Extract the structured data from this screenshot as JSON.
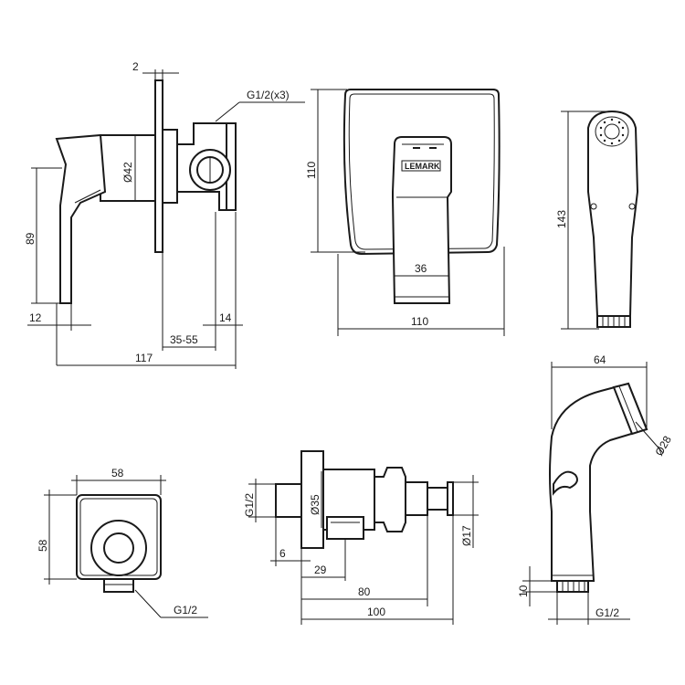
{
  "dimensions": {
    "flange_thickness": "2",
    "connection_thread_x3": "G1/2(x3)",
    "handle_height": "89",
    "handle_offset": "12",
    "body_depth_range": "35-55",
    "outlet_depth": "14",
    "total_depth": "117",
    "body_diameter": "Ø42",
    "plate_height": "110",
    "plate_width": "110",
    "lever_width": "36",
    "sprayer_length": "143",
    "sprayer_width": "64",
    "sprayer_head_diameter": "Ø28",
    "sprayer_thread_height": "10",
    "sprayer_thread": "G1/2",
    "outlet_plate_width": "58",
    "outlet_plate_height": "58",
    "outlet_thread": "G1/2",
    "valve_thread": "G1/2",
    "valve_body_diameter": "Ø35",
    "valve_outlet_diameter": "Ø17",
    "valve_offset": "6",
    "valve_outlet_position": "29",
    "valve_length_80": "80",
    "valve_length_100": "100"
  },
  "labels": {
    "brand": "LEMARK"
  }
}
